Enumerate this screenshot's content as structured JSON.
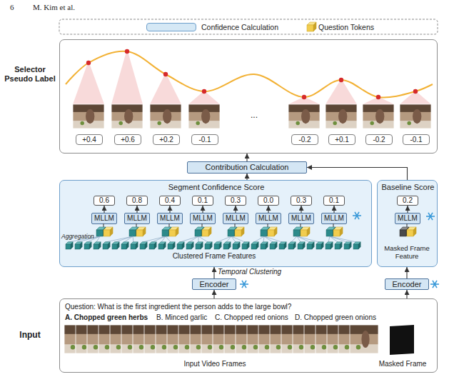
{
  "diagram": {
    "nodes": [
      {
        "text": [
          "Selector Pseudo Label"
        ]
      },
      {
        "text": [
          "+0.4"
        ],
        "in": 0
      },
      {
        "text": [
          "+0.6"
        ],
        "in": 0
      },
      {
        "text": [
          "+0.2"
        ],
        "in": 0
      },
      {
        "text": [
          "-0.1"
        ],
        "in": 0
      },
      {
        "text": [
          "-0.2"
        ],
        "in": 0
      },
      {
        "text": [
          "+0.1"
        ],
        "in": 0
      },
      {
        "text": [
          "-0.2"
        ],
        "in": 0
      },
      {
        "text": [
          "-0.1"
        ],
        "in": 0
      },
      {
        "text": [
          "Contribution Calculation"
        ]
      },
      {
        "text": [
          "Segment Confidence Score"
        ]
      },
      {
        "text": [
          "0.6"
        ],
        "in": 10
      },
      {
        "text": [
          "0.8"
        ],
        "in": 10
      },
      {
        "text": [
          "0.4"
        ],
        "in": 10
      },
      {
        "text": [
          "0.1"
        ],
        "in": 10
      },
      {
        "text": [
          "0.3"
        ],
        "in": 10
      },
      {
        "text": [
          "0.0"
        ],
        "in": 10
      },
      {
        "text": [
          "0.3"
        ],
        "in": 10
      },
      {
        "text": [
          "0.1"
        ],
        "in": 10
      },
      {
        "text": [
          "MLLM"
        ],
        "in": 10
      },
      {
        "text": [
          "MLLM"
        ],
        "in": 10
      },
      {
        "text": [
          "MLLM"
        ],
        "in": 10
      },
      {
        "text": [
          "MLLM"
        ],
        "in": 10
      },
      {
        "text": [
          "MLLM"
        ],
        "in": 10
      },
      {
        "text": [
          "MLLM"
        ],
        "in": 10
      },
      {
        "text": [
          "MLLM"
        ],
        "in": 10
      },
      {
        "text": [
          "MLLM"
        ],
        "in": 10
      },
      {
        "text": [
          "Baseline Score"
        ]
      },
      {
        "text": [
          "0.2"
        ],
        "in": 27
      },
      {
        "text": [
          "MLLM"
        ],
        "in": 27
      },
      {
        "text": [
          "Encoder"
        ]
      },
      {
        "text": [
          "Encoder"
        ]
      },
      {
        "text": [
          "Input",
          "Question: What is the first ingredient the person adds to the large bowl?",
          "A. Chopped green herbs",
          "B. Minced garlic",
          "C. Chopped red onions",
          "D. Chopped green onions",
          "Input Video Frames",
          "Masked Frame"
        ]
      }
    ],
    "edges": [
      {
        "from": 32,
        "to": 30,
        "arrow": "to"
      },
      {
        "from": 32,
        "to": 31,
        "arrow": "to"
      },
      {
        "from": 30,
        "to": 10,
        "label": "Temporal Clustering",
        "arrow": "to"
      },
      {
        "from": 31,
        "to": 27,
        "arrow": "to"
      },
      {
        "from": 19,
        "to": 11,
        "arrow": "to"
      },
      {
        "from": 20,
        "to": 12,
        "arrow": "to"
      },
      {
        "from": 21,
        "to": 13,
        "arrow": "to"
      },
      {
        "from": 22,
        "to": 14,
        "arrow": "to"
      },
      {
        "from": 23,
        "to": 15,
        "arrow": "to"
      },
      {
        "from": 24,
        "to": 16,
        "arrow": "to"
      },
      {
        "from": 25,
        "to": 17,
        "arrow": "to"
      },
      {
        "from": 26,
        "to": 18,
        "arrow": "to"
      },
      {
        "from": 29,
        "to": 28,
        "arrow": "to"
      },
      {
        "from": 10,
        "to": 9,
        "arrow": "to"
      },
      {
        "from": 27,
        "to": 9,
        "arrow": "to"
      },
      {
        "from": 9,
        "to": 0,
        "arrow": "to"
      }
    ],
    "labels": [
      "6",
      "M. Kim et al.",
      "...",
      "Aggregation",
      "Clustered Frame Features",
      "Masked Frame Feature"
    ],
    "legend": [
      {
        "text": "Confidence Calculation",
        "color": "#d5e8f5"
      },
      {
        "text": "Question Tokens"
      }
    ]
  }
}
